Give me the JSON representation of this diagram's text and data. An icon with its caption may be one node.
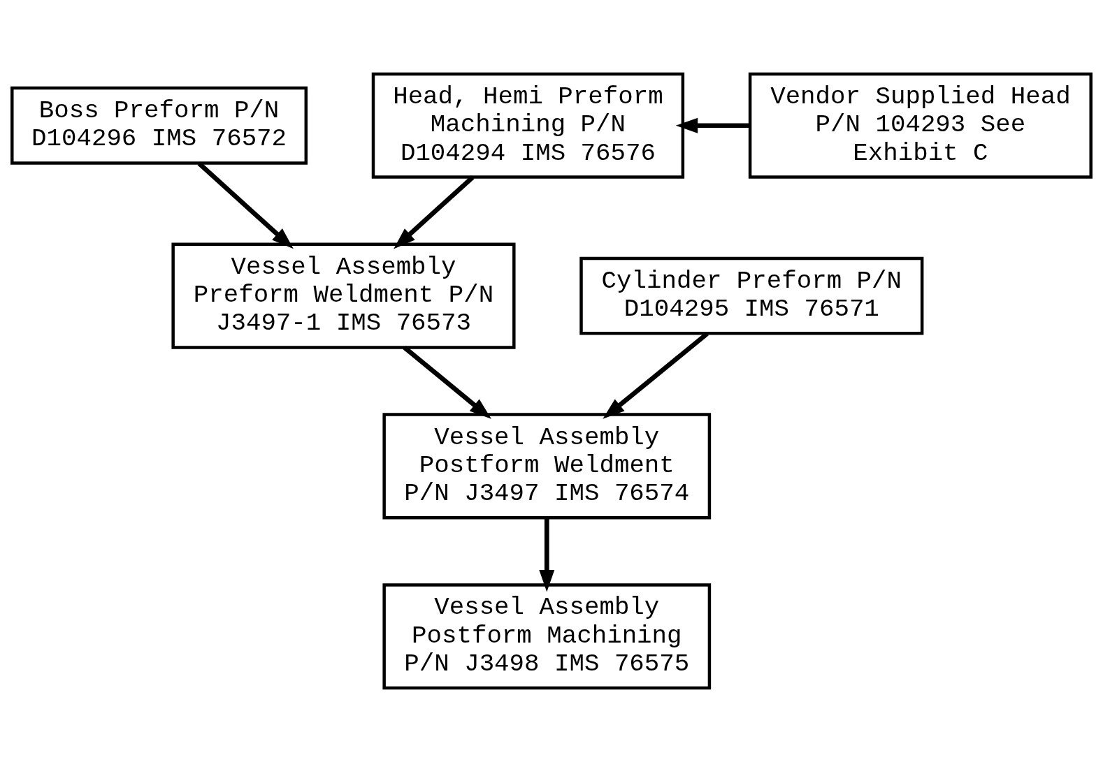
{
  "diagram": {
    "nodes": [
      {
        "text": [
          "Boss Preform P/N D104296 IMS 76572"
        ]
      },
      {
        "text": [
          "Head, Hemi Preform Machining P/N D104294 IMS 76576"
        ]
      },
      {
        "text": [
          "Vendor Supplied Head P/N 104293 See Exhibit C"
        ]
      },
      {
        "text": [
          "Vessel Assembly Preform Weldment P/N J3497-1 IMS 76573"
        ]
      },
      {
        "text": [
          "Cylinder Preform P/N D104295 IMS 76571"
        ]
      },
      {
        "text": [
          "Vessel Assembly Postform Weldment P/N J3497 IMS 76574"
        ]
      },
      {
        "text": [
          "Vessel Assembly Postform Machining P/N J3498 IMS 76575"
        ]
      }
    ],
    "edges": [
      {
        "from": 2,
        "to": 1,
        "arrow": "to"
      },
      {
        "from": 0,
        "to": 3,
        "arrow": "to"
      },
      {
        "from": 1,
        "to": 3,
        "arrow": "to"
      },
      {
        "from": 3,
        "to": 5,
        "arrow": "to"
      },
      {
        "from": 4,
        "to": 5,
        "arrow": "to"
      },
      {
        "from": 5,
        "to": 6,
        "arrow": "to"
      }
    ]
  }
}
